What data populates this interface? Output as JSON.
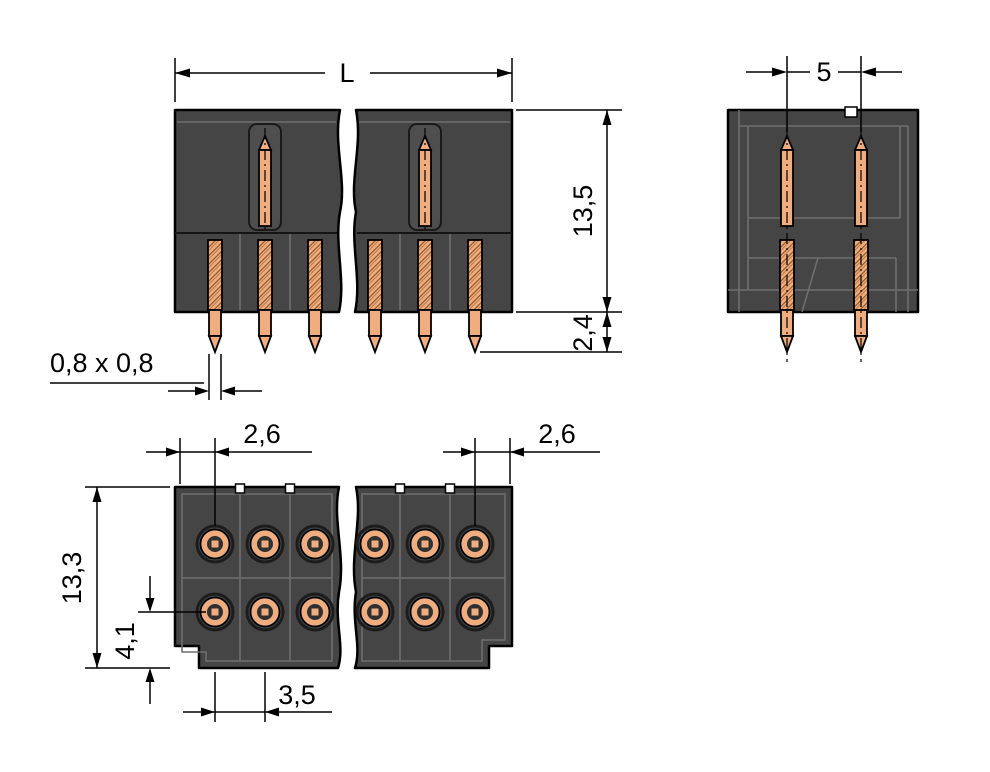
{
  "drawing": {
    "dimension_labels": {
      "total_length": "L",
      "housing_height": "13,5",
      "pin_protrusion": "2,4",
      "pin_cross_section": "0,8 x 0,8",
      "pin_row_spacing": "5",
      "edge_to_first_pin": "2,6",
      "edge_to_last_pin": "2,6",
      "housing_depth": "13,3",
      "lower_row_offset": "4,1",
      "pin_pitch": "3,5"
    },
    "colors": {
      "body": "#454545",
      "body_detail": "#6e6e6e",
      "pin": "#f0ad80",
      "pin_dark": "#2f2f2f",
      "line": "#000000",
      "background": "#ffffff"
    }
  }
}
